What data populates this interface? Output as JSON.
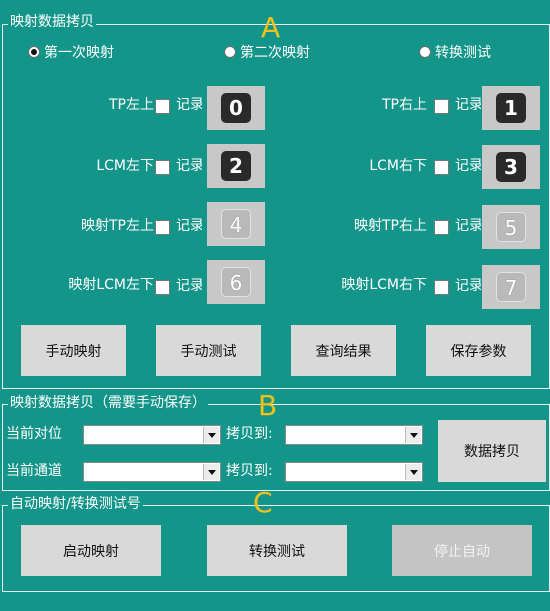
{
  "sectionA": {
    "legend": "映射数据拷贝",
    "letter": "A",
    "radios": [
      {
        "label": "第一次映射",
        "selected": true
      },
      {
        "label": "第二次映射",
        "selected": false
      },
      {
        "label": "转换测试",
        "selected": false
      }
    ],
    "record_label": "记录",
    "rows": [
      {
        "left": {
          "label": "TP左上",
          "key": "0",
          "enabled": true
        },
        "right": {
          "label": "TP右上",
          "key": "1",
          "enabled": true
        }
      },
      {
        "left": {
          "label": "LCM左下",
          "key": "2",
          "enabled": true
        },
        "right": {
          "label": "LCM右下",
          "key": "3",
          "enabled": true
        }
      },
      {
        "left": {
          "label": "映射TP左上",
          "key": "4",
          "enabled": false
        },
        "right": {
          "label": "映射TP右上",
          "key": "5",
          "enabled": false
        }
      },
      {
        "left": {
          "label": "映射LCM左下",
          "key": "6",
          "enabled": false
        },
        "right": {
          "label": "映射LCM右下",
          "key": "7",
          "enabled": false
        }
      }
    ],
    "buttons": {
      "manual_map": "手动映射",
      "manual_test": "手动测试",
      "query_result": "查询结果",
      "save_params": "保存参数"
    }
  },
  "sectionB": {
    "legend": "映射数据拷贝（需要手动保存）",
    "letter": "B",
    "current_position_label": "当前对位",
    "current_channel_label": "当前通道",
    "copy_to_label": "拷贝到:",
    "copy_button": "数据拷贝",
    "current_position_value": "",
    "current_position_target": "",
    "current_channel_value": "",
    "current_channel_target": ""
  },
  "sectionC": {
    "legend": "自动映射/转换测试号",
    "letter": "C",
    "buttons": {
      "start_map": "启动映射",
      "convert_test": "转换测试",
      "stop_auto": "停止自动"
    }
  }
}
